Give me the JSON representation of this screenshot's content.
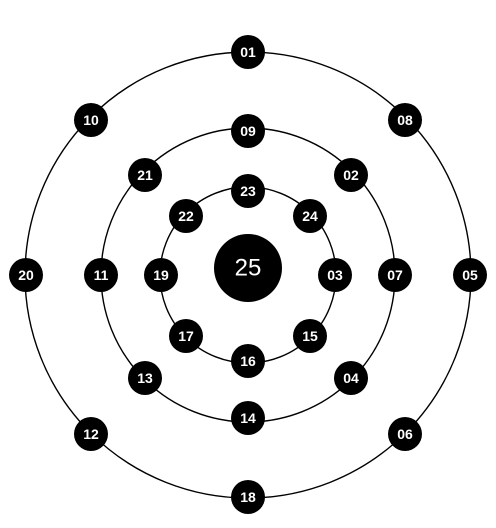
{
  "center_label": "25",
  "node_fill": "#000000",
  "text_color": "#ffffff",
  "rings": [
    {
      "name": "inner",
      "labels": [
        "23",
        "24",
        "03",
        "15",
        "16",
        "17",
        "19",
        "22"
      ]
    },
    {
      "name": "middle",
      "labels": [
        "09",
        "02",
        "07",
        "04",
        "14",
        "13",
        "11",
        "21"
      ]
    },
    {
      "name": "outer",
      "labels": [
        "01",
        "08",
        "05",
        "06",
        "18",
        "12",
        "20",
        "10"
      ]
    }
  ]
}
